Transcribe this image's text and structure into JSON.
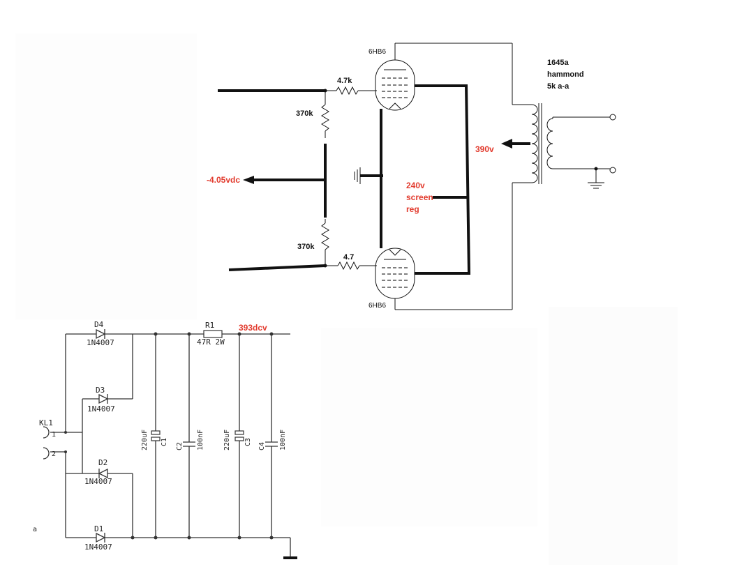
{
  "amp": {
    "tube_top": "6HB6",
    "tube_bottom": "6HB6",
    "r_grid_top": "4.7k",
    "r_grid_bottom": "4.7",
    "r_bias_top": "370k",
    "r_bias_bottom": "370k",
    "bias_voltage": "-4.05vdc",
    "plate_voltage": "390v",
    "screen_line1": "240v",
    "screen_line2": "screen",
    "screen_line3": "reg",
    "transformer_line1": "1645a",
    "transformer_line2": "hammond",
    "transformer_line3": "5k a-a"
  },
  "psu": {
    "output_voltage": "393dcv",
    "d4": "D4",
    "d4_part": "1N4007",
    "d3": "D3",
    "d3_part": "1N4007",
    "d2": "D2",
    "d2_part": "1N4007",
    "d1": "D1",
    "d1_part": "1N4007",
    "connector": "KL1",
    "pin1": "1",
    "pin2": "2",
    "r1": "R1",
    "r1_value": "47R 2W",
    "c1": "C1",
    "c1_value": "220uF",
    "c2": "C2",
    "c2_value": "100nF",
    "c3": "C3",
    "c3_value": "220uF",
    "c4": "C4",
    "c4_value": "100nF",
    "corner_mark": "a"
  },
  "colors": {
    "annotation": "#e23b2e",
    "wire": "#111111"
  }
}
